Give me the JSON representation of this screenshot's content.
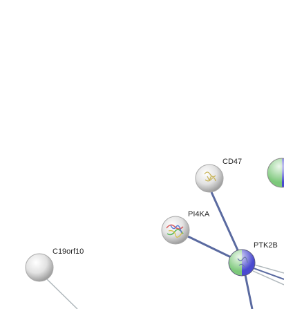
{
  "nodes": [
    {
      "id": "CD47",
      "label": "CD47",
      "style": "gray",
      "has_structure": true
    },
    {
      "id": "PI4KA",
      "label": "PI4KA",
      "style": "gray",
      "has_structure": true
    },
    {
      "id": "C19orf10",
      "label": "C19orf10",
      "style": "gray",
      "has_structure": false
    },
    {
      "id": "PTK2B",
      "label": "PTK2B",
      "style": "green-blue",
      "has_structure": true
    },
    {
      "id": "offscreen-node",
      "label": "",
      "style": "green-blue",
      "has_structure": false
    }
  ],
  "edges": [
    {
      "from": "CD47",
      "to": "PTK2B",
      "color": "#5a6aa0"
    },
    {
      "from": "PI4KA",
      "to": "PTK2B",
      "color": "#5a6aa0"
    }
  ],
  "colors": {
    "edge_evidence": "#5a6aa0",
    "edge_light": "#b0b8bc",
    "node_gray": "#d8d8d8",
    "node_green": "#7cc87a",
    "node_blue": "#4a4ad0"
  }
}
